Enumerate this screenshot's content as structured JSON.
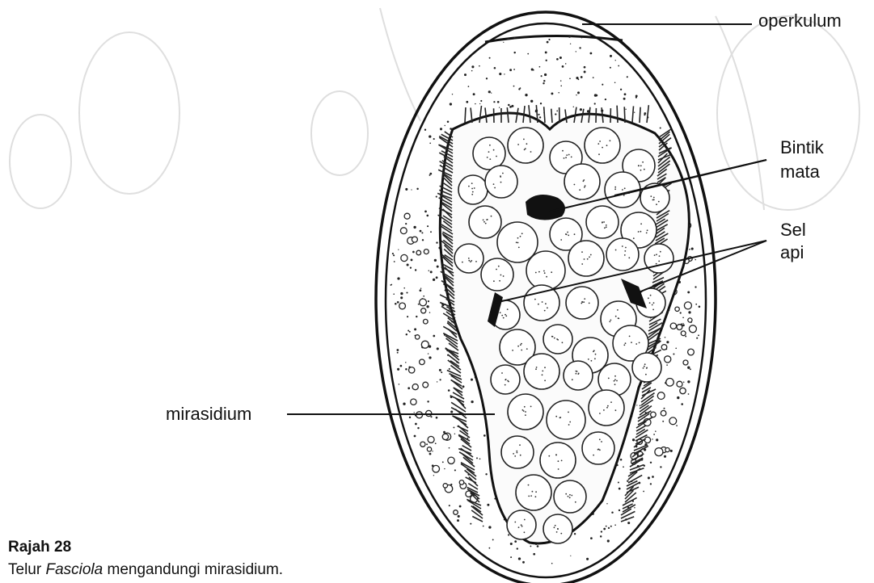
{
  "labels": {
    "operkulum": "operkulum",
    "bintik": "Bintik",
    "mata": "mata",
    "sel": "Sel",
    "api": "api",
    "mirasidium": "mirasidium"
  },
  "caption": {
    "title": "Rajah 28",
    "text_before": "Telur ",
    "text_italic": "Fasciola",
    "text_after": " mengandungi mirasidium."
  }
}
